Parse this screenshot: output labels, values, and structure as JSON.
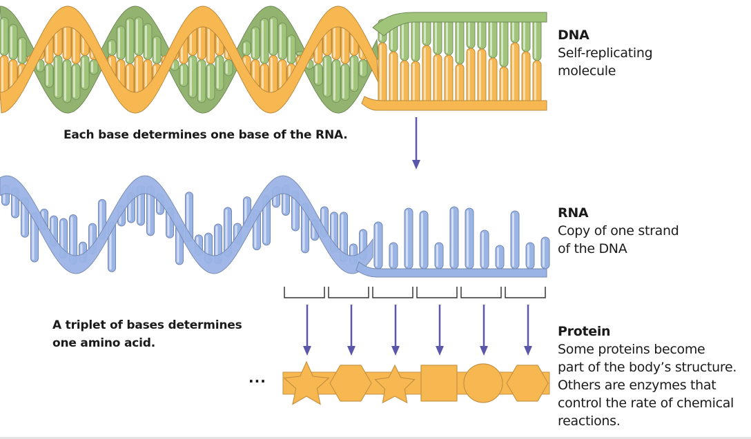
{
  "dna": {
    "label": "DNA",
    "description_lines": [
      "Self-replicating",
      "molecule"
    ]
  },
  "rna": {
    "label": "RNA",
    "description_lines": [
      "Copy of one strand",
      "of the DNA"
    ]
  },
  "protein": {
    "label": "Protein",
    "description_lines": [
      "Some proteins become",
      "part of the body’s structure.",
      "Others are enzymes that",
      "control the rate of chemical",
      "reactions."
    ]
  },
  "captions": {
    "dna_to_rna": "Each base determines one base of the RNA.",
    "triplet_line1": "A triplet of bases determines",
    "triplet_line2": "one amino acid."
  },
  "ellipsis": "...",
  "amino_acid_shapes": [
    "star",
    "hexagon",
    "star",
    "square",
    "circle",
    "hexagon"
  ],
  "colors": {
    "dna_green": "#9fc47a",
    "dna_orange": "#f7b751",
    "rna_blue": "#9bb4e6",
    "protein_orange": "#f7b751",
    "arrow_purple": "#5a57a8"
  }
}
